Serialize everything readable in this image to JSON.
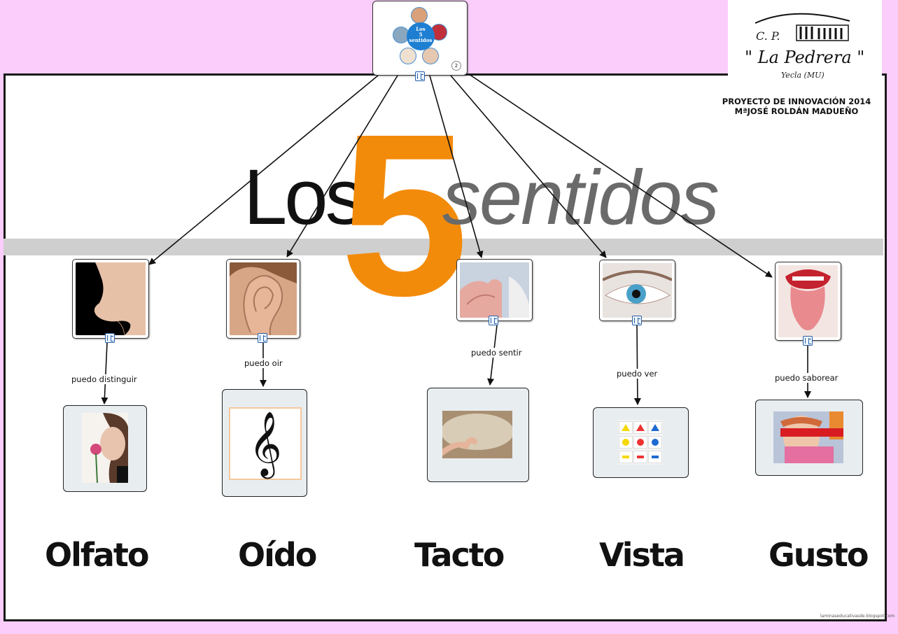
{
  "title": {
    "los": "Los",
    "number": "5",
    "sentidos": "sentidos"
  },
  "colors": {
    "background": "#fbcdfb",
    "accent_orange": "#f38b0a",
    "title_gray": "#6a6a6a",
    "node_border": "#333333"
  },
  "logo": {
    "cp": "C. P.",
    "name": "\" La Pedrera \"",
    "town": "Yecla (MU)"
  },
  "project": {
    "line1": "PROYECTO DE INNOVACIÓN 2014",
    "line2": "MªJOSÉ ROLDÁN MADUEÑO"
  },
  "overview": {
    "center_text_1": "Los",
    "center_text_2": "5",
    "center_text_3": "sentidos",
    "page_badge": "2"
  },
  "senses": [
    {
      "name": "Olfato",
      "link_label": "puedo  distinguir",
      "image": "nose",
      "result_image": "smelling-rose"
    },
    {
      "name": "Oído",
      "link_label": "puedo oir",
      "image": "ear",
      "result_image": "treble-clef"
    },
    {
      "name": "Tacto",
      "link_label": "puedo sentir",
      "image": "hands",
      "result_image": "touching-fur"
    },
    {
      "name": "Vista",
      "link_label": "puedo ver",
      "image": "eye",
      "result_image": "colored-shapes"
    },
    {
      "name": "Gusto",
      "link_label": "puedo saborear",
      "image": "tongue",
      "result_image": "blindfolded-tasting"
    }
  ],
  "clef_glyph": "𝄞",
  "credit": "laminaseducativasde.blogspot.com"
}
